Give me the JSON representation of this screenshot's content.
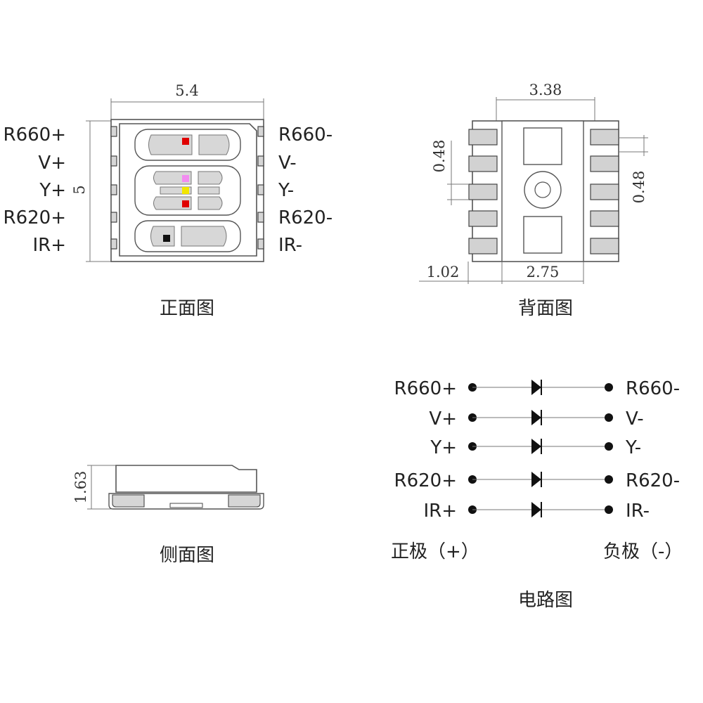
{
  "views": {
    "front": {
      "caption": "正面图",
      "dim_width": "5.4",
      "dim_height": "5",
      "left_pins": [
        "R660+",
        "V+",
        "Y+",
        "R620+",
        "IR+"
      ],
      "right_pins": [
        "R660-",
        "V-",
        "Y-",
        "R620-",
        "IR-"
      ],
      "chip_colors": {
        "r660": "#e00000",
        "v": "#f28cf0",
        "y": "#f2e600",
        "r620": "#e00000",
        "ir": "#111111"
      }
    },
    "back": {
      "caption": "背面图",
      "dim_top": "3.38",
      "dim_left_pitch": "0.48",
      "dim_right_pitch": "0.48",
      "dim_pad_len": "1.02",
      "dim_bottom": "2.75"
    },
    "side": {
      "caption": "侧面图",
      "dim_height": "1.63"
    },
    "circuit": {
      "caption": "电路图",
      "left_pins": [
        "R660+",
        "V+",
        "Y+",
        "R620+",
        "IR+"
      ],
      "right_pins": [
        "R660-",
        "V-",
        "Y-",
        "R620-",
        "IR-"
      ],
      "anode_label": "正极（+）",
      "cathode_label": "负极（-）"
    }
  }
}
